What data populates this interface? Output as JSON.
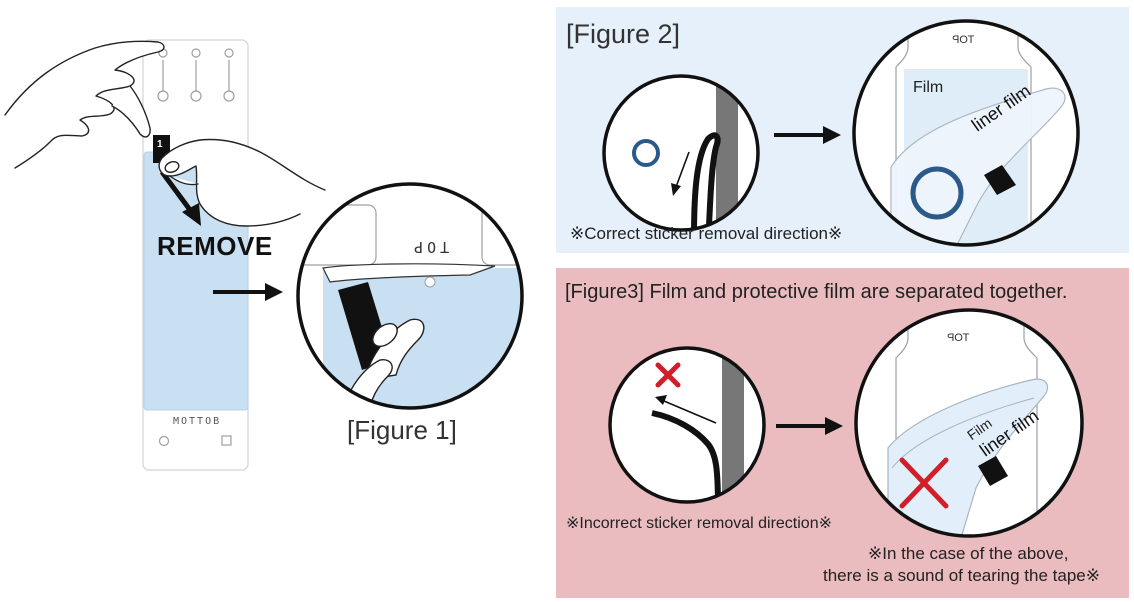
{
  "colors": {
    "fig2_bg": "#e6f0fa",
    "fig3_bg": "#ebbcbf",
    "film_blue": "#c9e0f3",
    "circle_blue": "#2b5a8a",
    "cross_red": "#d11f2a",
    "ink": "#1a1a1a"
  },
  "figure1": {
    "remove_label": "REMOVE",
    "caption": "[Figure 1]",
    "tab_number": "1",
    "strip_top_text": "TOP",
    "strip_bottom_text": "MOTTOB"
  },
  "figure2": {
    "title": "[Figure 2]",
    "film_label": "Film",
    "liner_label": "liner film",
    "top_text": "TOP",
    "caption": "※Correct sticker removal direction※"
  },
  "figure3": {
    "title": "[Figure3] Film and protective film are separated together.",
    "film_label": "Film",
    "liner_label": "liner film",
    "top_text": "TOP",
    "caption_left": "※Incorrect sticker removal direction※",
    "caption_right_line1": "※In the case of the above,",
    "caption_right_line2": "there is a sound of tearing the tape※"
  },
  "icons": [
    "hand-icon",
    "arrow-right-icon",
    "correct-circle-icon",
    "incorrect-cross-icon"
  ]
}
